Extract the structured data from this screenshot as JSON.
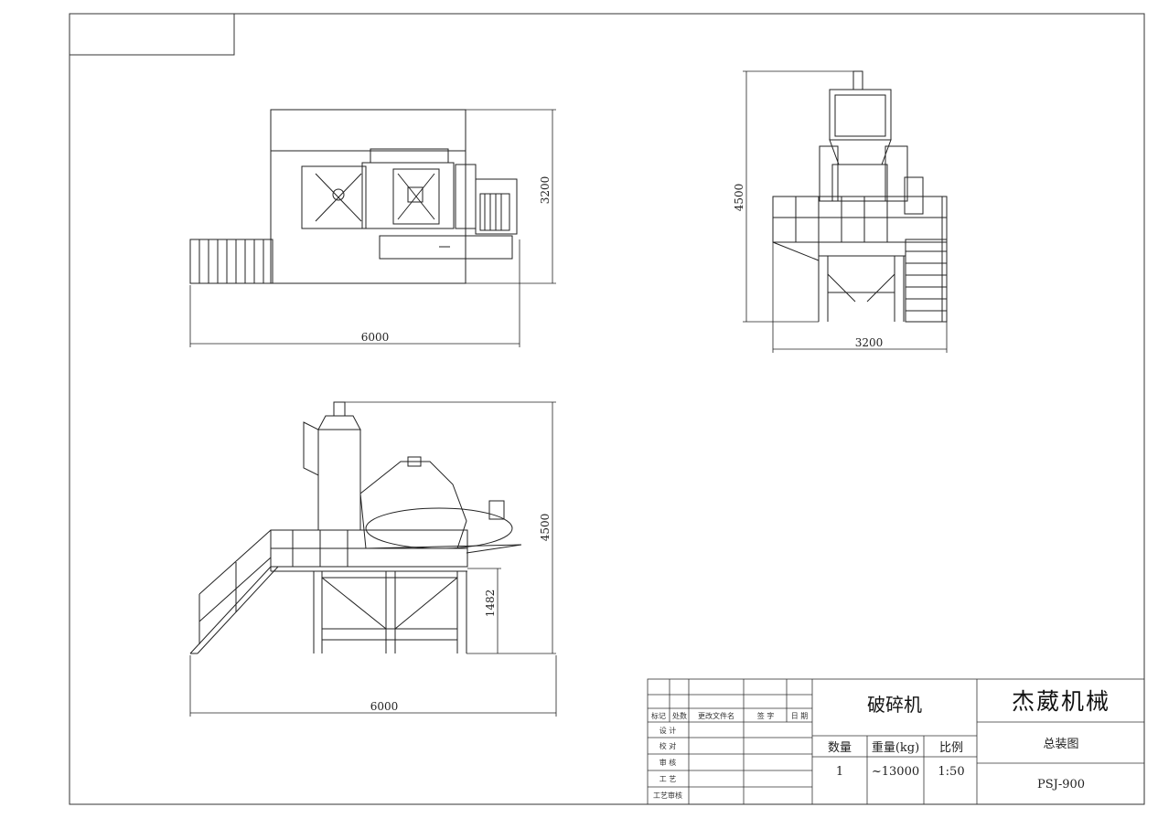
{
  "views": {
    "top": {
      "width_dim": "6000",
      "height_dim": "3200"
    },
    "side": {
      "height_dim": "4500",
      "width_dim": "3200"
    },
    "front": {
      "width_dim": "6000",
      "height_dim": "4500",
      "platform_dim": "1482"
    }
  },
  "title_block": {
    "product_name": "破碎机",
    "company": "杰葳机械",
    "drawing_type": "总装图",
    "model": "PSJ-900",
    "revision_headers": [
      "标记",
      "处数",
      "更改文件名",
      "签 字",
      "日 期"
    ],
    "approval_rows": [
      "设 计",
      "校 对",
      "审 核",
      "工 艺",
      "工艺审核"
    ],
    "spec_headers": {
      "quantity": "数量",
      "weight": "重量(kg)",
      "scale": "比例"
    },
    "spec_values": {
      "quantity": "1",
      "weight": "~13000",
      "scale": "1:50"
    }
  }
}
